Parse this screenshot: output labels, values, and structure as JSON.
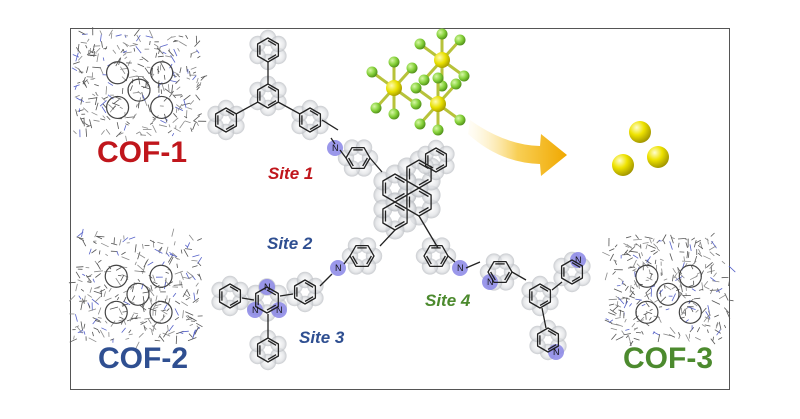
{
  "labels": {
    "cof1": "COF-1",
    "cof2": "COF-2",
    "cof3": "COF-3",
    "site1": "Site 1",
    "site2": "Site 2",
    "site3": "Site 3",
    "site4": "Site 4"
  },
  "colors": {
    "cof1": "#c0161c",
    "cof2": "#2f4f91",
    "cof3": "#4c8a2e",
    "site1": "#c0161c",
    "site2": "#2f4f91",
    "site3": "#2f4f91",
    "site4": "#4c8a2e",
    "halo": "#c9ccd1",
    "nitrogen_highlight": "#8a86e6",
    "sf6_sulfur": "#e8e000",
    "sf6_fluorine": "#86d23a",
    "sphere": "#e6dc00",
    "arrow": "#f2b21c"
  },
  "atoms": {
    "nitrogen": "N"
  }
}
